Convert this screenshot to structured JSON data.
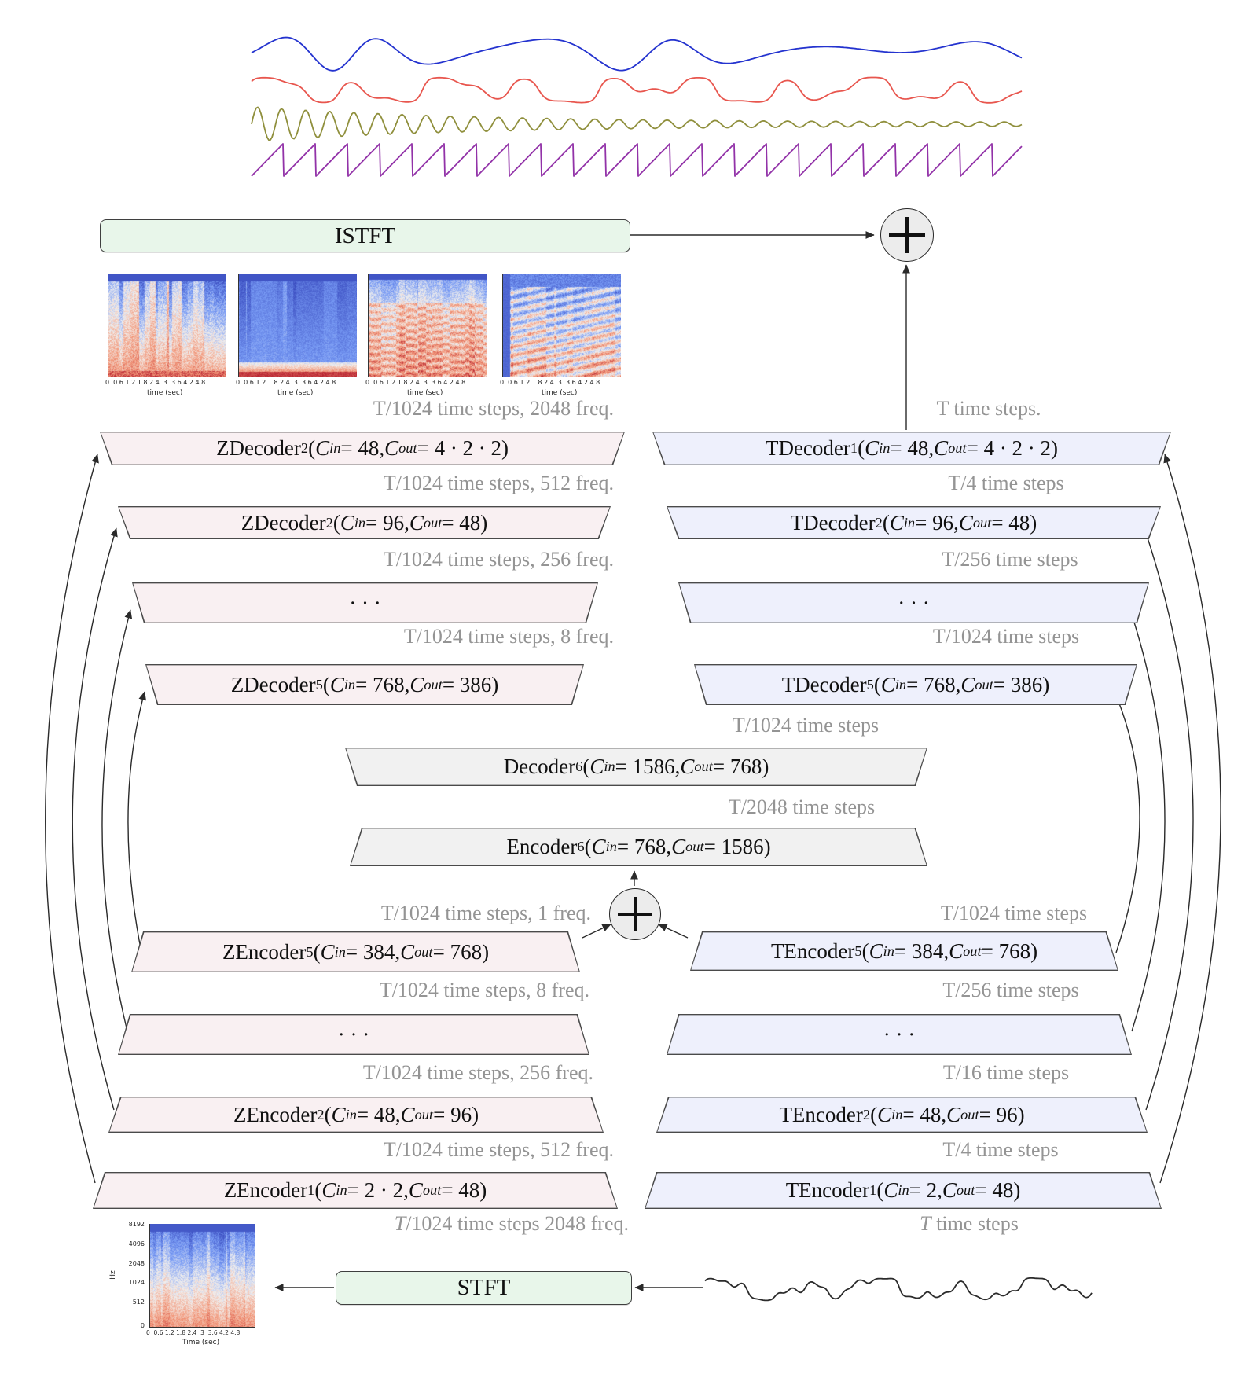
{
  "colors": {
    "z_fill": "#f9f0f2",
    "t_fill": "#eef0fc",
    "mid_fill": "#f1f1f1",
    "green_fill": "#e8f6ea",
    "caption": "#949494",
    "wave_blue": "#2433cf",
    "wave_red": "#e8564e",
    "wave_olive": "#8f8f3c",
    "wave_purple": "#9232a8",
    "wave_black": "#2b2b2b"
  },
  "nodes": {
    "istft": "ISTFT",
    "stft": "STFT",
    "decoder6": "Decoder_{6}(*C*_{*in*} = 1586, *C*_{*out*} = 768)",
    "encoder6": "Encoder_{6}(*C*_{*in*} = 768, *C*_{*out*} = 1586)",
    "z_dec1": "ZDecoder_{2}(*C*_{*in*} = 48, *C*_{*out*} = 4 · 2 · 2)",
    "z_dec2": "ZDecoder_{2}(*C*_{*in*} = 96, *C*_{*out*} = 48)",
    "z_dec_ellipsis": "· · ·",
    "z_dec5": "ZDecoder_{5}(*C*_{*in*} = 768, *C*_{*out*} = 386)",
    "z_enc5": "ZEncoder_{5}(*C*_{*in*} = 384, *C*_{*out*} = 768)",
    "z_enc_ellipsis": "· · ·",
    "z_enc2": "ZEncoder_{2}(*C*_{*in*} = 48, *C*_{*out*} = 96)",
    "z_enc1": "ZEncoder_{1}(*C*_{*in*} = 2 · 2, *C*_{*out*} = 48)",
    "t_dec1": "TDecoder_{1}(*C*_{*in*} = 48, *C*_{*out*} = 4 · 2 · 2)",
    "t_dec2": "TDecoder_{2}(*C*_{*in*} = 96, *C*_{*out*} = 48)",
    "t_dec_ellipsis": "· · ·",
    "t_dec5": "TDecoder_{5}(*C*_{*in*} = 768, *C*_{*out*} = 386)",
    "t_enc5": "TEncoder_{5}(*C*_{*in*} = 384, *C*_{*out*} = 768)",
    "t_enc_ellipsis": "· · ·",
    "t_enc2": "TEncoder_{2}(*C*_{*in*} = 48, *C*_{*out*} = 96)",
    "t_enc1": "TEncoder_{1}(*C*_{*in*} = 2, *C*_{*out*} = 48)"
  },
  "captions": {
    "left": [
      "T/1024 time steps, 2048 freq.",
      "T/1024 time steps, 512 freq.",
      "T/1024 time steps, 256 freq.",
      "T/1024 time steps, 8 freq.",
      "T/1024 time steps, 1 freq.",
      "T/1024 time steps, 8 freq.",
      "T/1024 time steps, 256 freq.",
      "T/1024 time steps, 512 freq.",
      "*T*/1024 time steps 2048 freq."
    ],
    "right": [
      "T time steps.",
      "T/4 time steps",
      "T/256 time steps",
      "T/1024 time steps",
      "T/1024 time steps",
      "T/2048 time steps",
      "T/1024 time steps",
      "T/256 time steps",
      "T/16 time steps",
      "T/4 time steps",
      "*T* time steps"
    ]
  },
  "spectrogram_axis": {
    "xticks": "0  0.6 1.2 1.8 2.4  3  3.6 4.2 4.8",
    "xlabel_top": "time (sec)",
    "xlabel_bottom": "Time (sec)",
    "ylabel": "Hz",
    "yticks": [
      "8192",
      "4096",
      "2048",
      "1024",
      "512",
      "0"
    ]
  }
}
